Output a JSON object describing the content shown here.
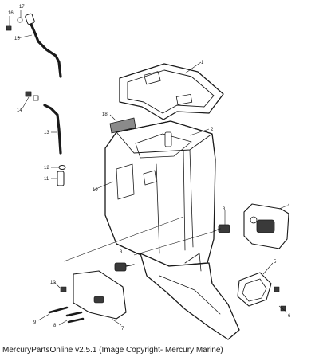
{
  "diagram": {
    "callouts": [
      "1",
      "2",
      "3",
      "4",
      "5",
      "6",
      "7",
      "8",
      "9",
      "10",
      "11",
      "12",
      "13",
      "14",
      "15",
      "16",
      "17",
      "18",
      "19"
    ]
  },
  "footer": {
    "copyright": "MercuryPartsOnline v2.5.1 (Image Copyright- Mercury Marine)"
  }
}
